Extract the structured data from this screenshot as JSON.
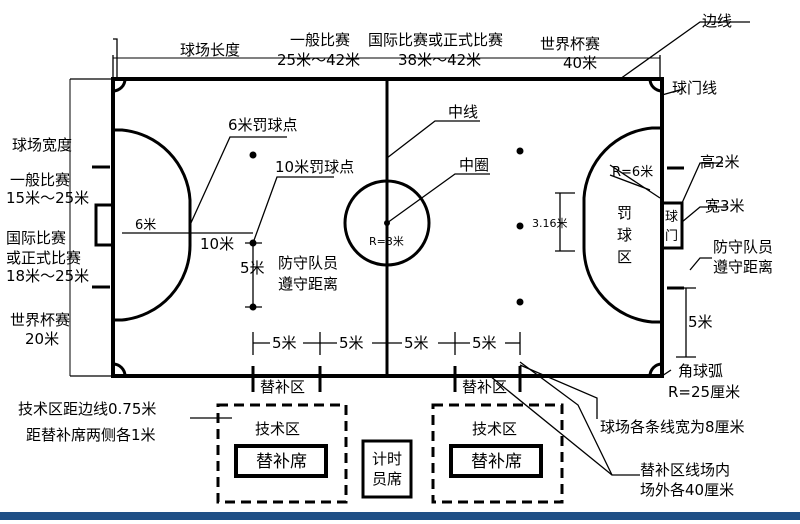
{
  "labels": {
    "field_length": "球场长度",
    "general_match_top": "一般比赛",
    "general_length": "25米～42米",
    "intl_match_top": "国际比赛或正式比赛",
    "intl_length": "38米～42米",
    "world_cup_top": "世界杯赛",
    "world_cup_length": "40米",
    "touch_line": "边线",
    "goal_line": "球门线",
    "field_width": "球场宽度",
    "general_match_left": "一般比赛",
    "general_width": "15米～25米",
    "intl_left_1": "国际比赛",
    "intl_left_2": "或正式比赛",
    "intl_width": "18米～25米",
    "world_cup_left": "世界杯赛",
    "world_cup_width": "20米",
    "six_m_penalty": "6米罚球点",
    "ten_m_penalty": "10米罚球点",
    "six_m": "6米",
    "ten_m": "10米",
    "five_m_left": "5米",
    "defender_distance_1": "防守队员",
    "defender_distance_2": "遵守距离",
    "center_line": "中线",
    "center_circle": "中圈",
    "circle_radius": "R=3米",
    "right_radius": "R=6米",
    "dist_316": "3.16米",
    "penalty_area_1": "罚",
    "penalty_area_2": "球",
    "penalty_area_3": "区",
    "goal_1": "球",
    "goal_2": "门",
    "goal_height": "高2米",
    "goal_width": "宽3米",
    "right_defender_1": "防守队员",
    "right_defender_2": "遵守距离",
    "five_m_right": "5米",
    "corner_arc": "角球弧",
    "corner_radius": "R=25厘米",
    "five_m_b1": "5米",
    "five_m_b2": "5米",
    "five_m_b3": "5米",
    "five_m_b4": "5米",
    "sub_zone_left": "替补区",
    "sub_zone_right": "替补区",
    "tech_note_1": "技术区距边线0.75米",
    "tech_note_2": "距替补席两侧各1米",
    "tech_zone_left": "技术区",
    "tech_zone_right": "技术区",
    "bench_left": "替补席",
    "bench_right": "替补席",
    "timekeeper_1": "计时",
    "timekeeper_2": "员席",
    "line_width": "球场各条线宽为8厘米",
    "sub_line_1": "替补区线场内",
    "sub_line_2": "场外各40厘米"
  },
  "colors": {
    "line": "#000000",
    "background": "#ffffff",
    "bottom_bar": "#1f4f86"
  }
}
